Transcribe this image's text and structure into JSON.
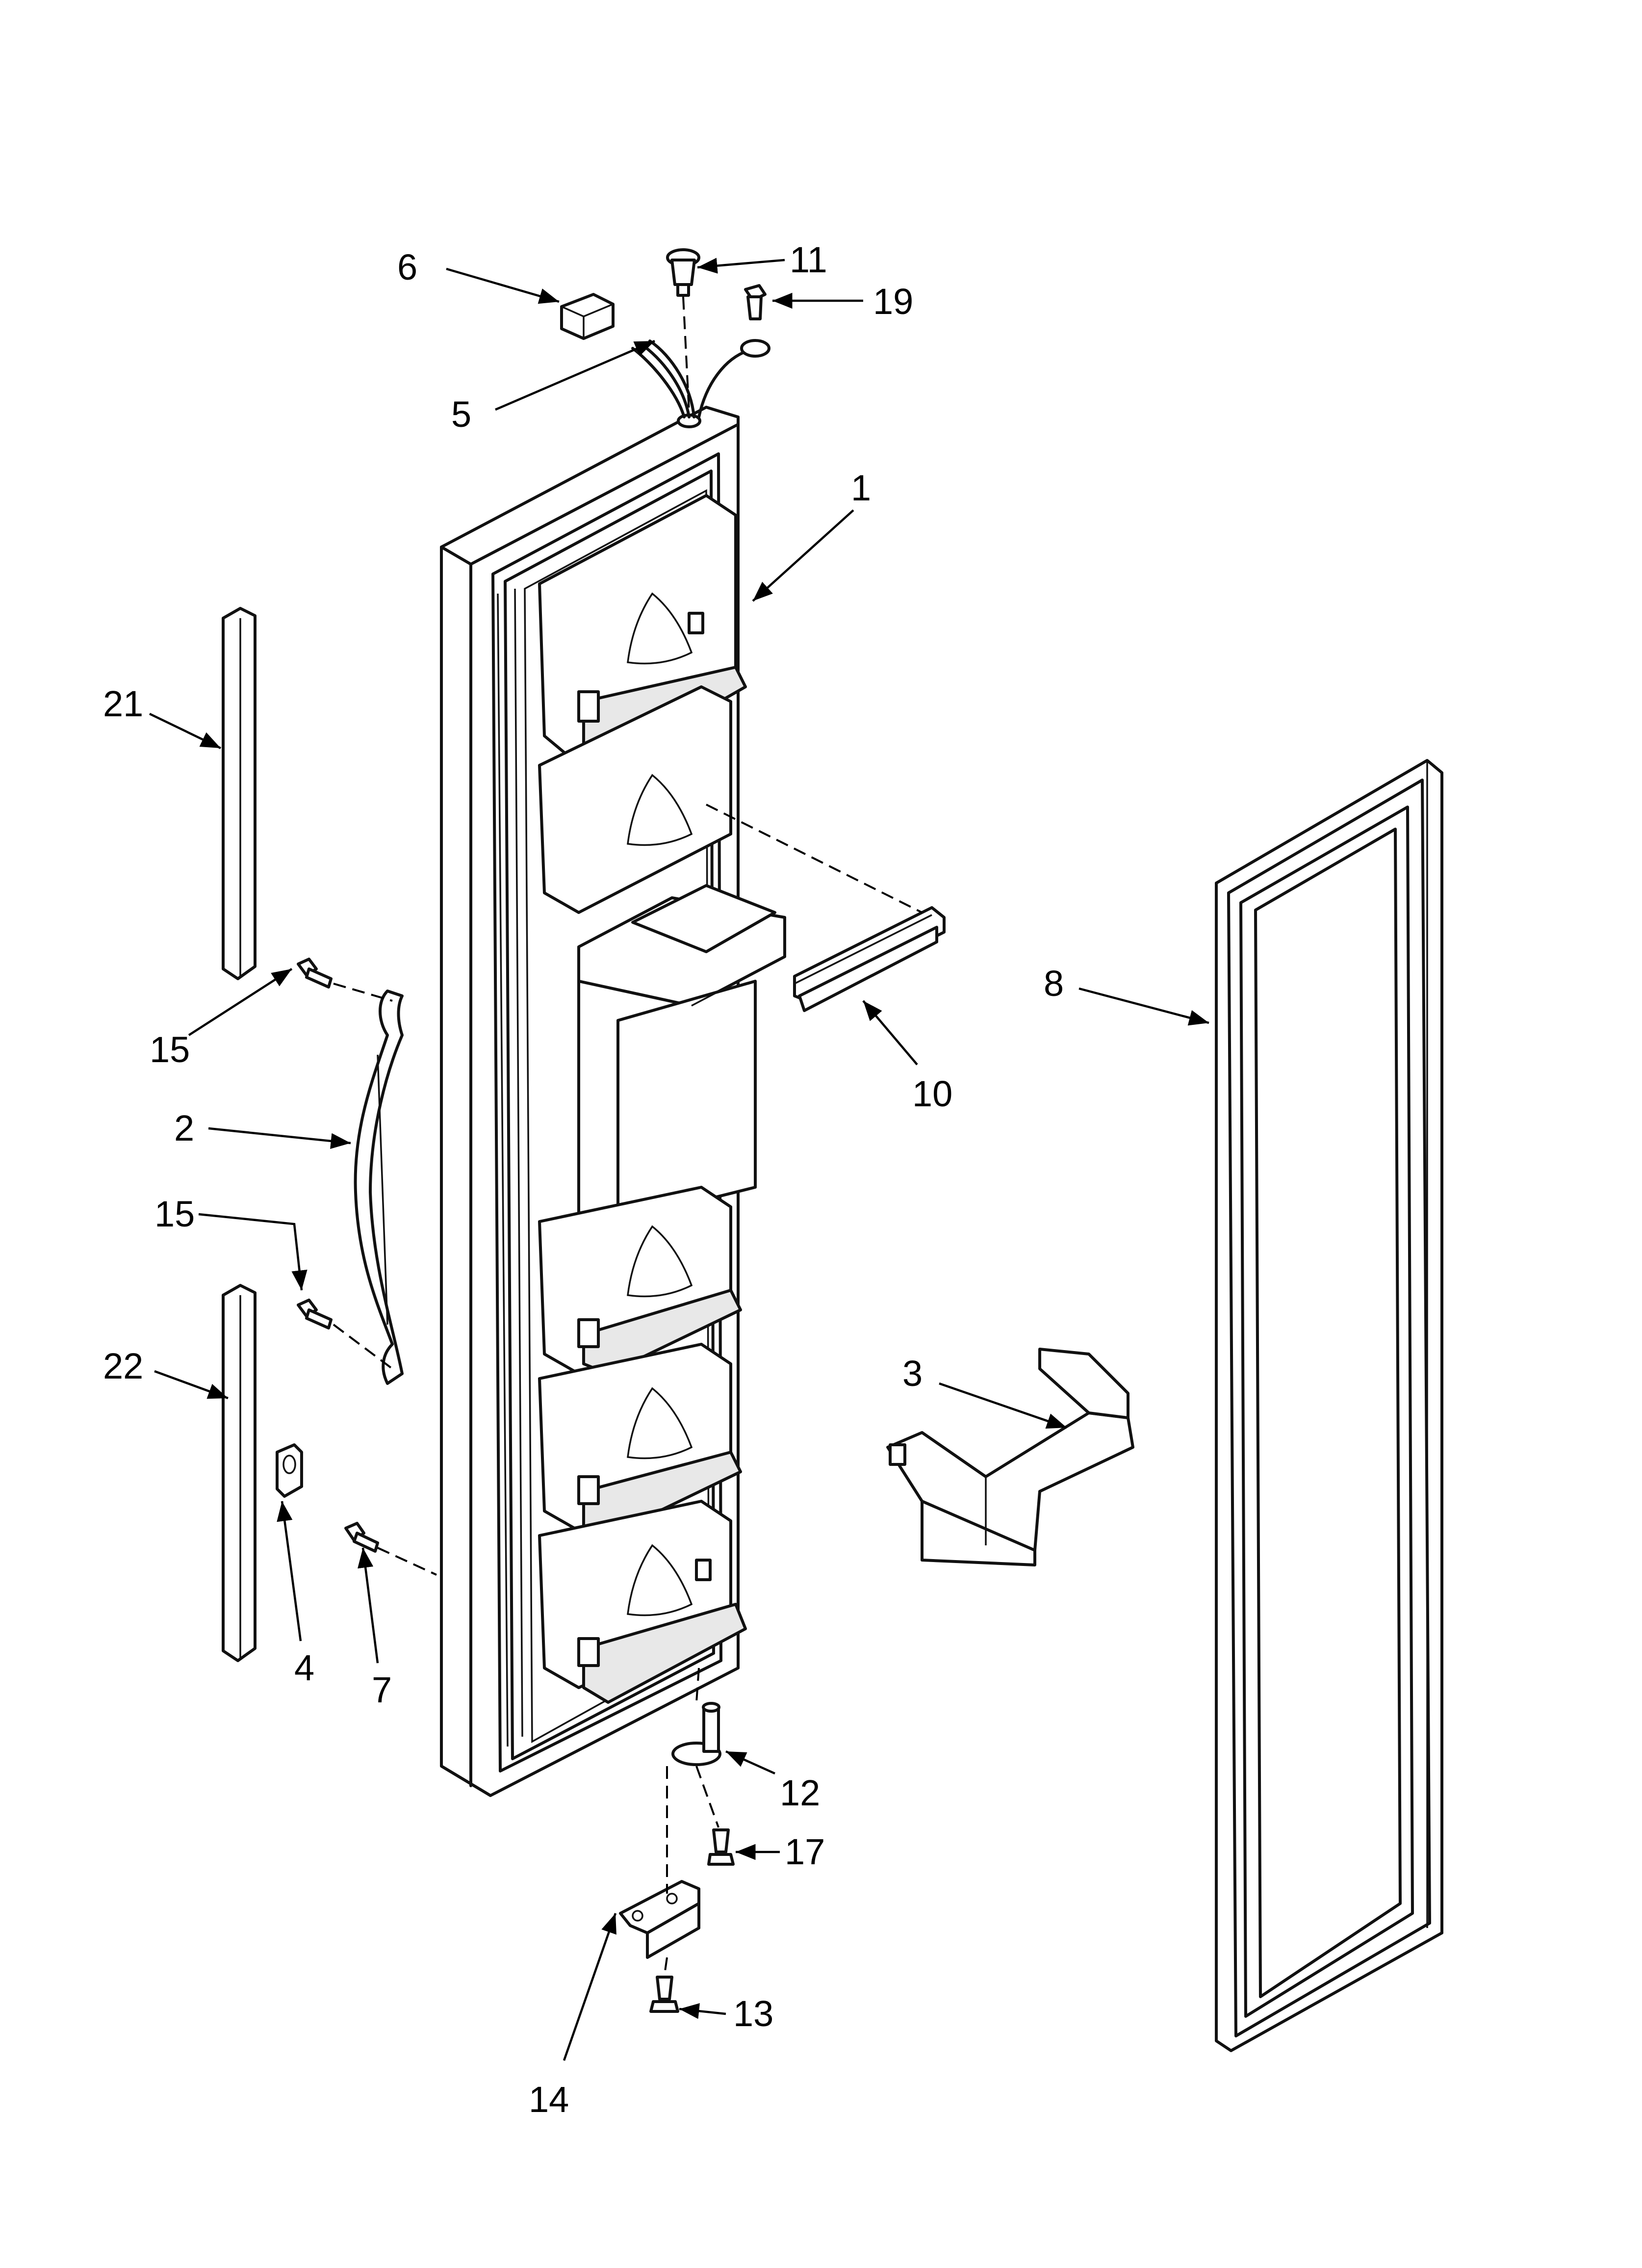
{
  "callouts": {
    "c1": "1",
    "c2": "2",
    "c3": "3",
    "c4": "4",
    "c5": "5",
    "c6": "6",
    "c7": "7",
    "c8": "8",
    "c10": "10",
    "c11": "11",
    "c12": "12",
    "c13": "13",
    "c14": "14",
    "c15a": "15",
    "c15b": "15",
    "c17": "17",
    "c19": "19",
    "c21": "21",
    "c22": "22"
  }
}
